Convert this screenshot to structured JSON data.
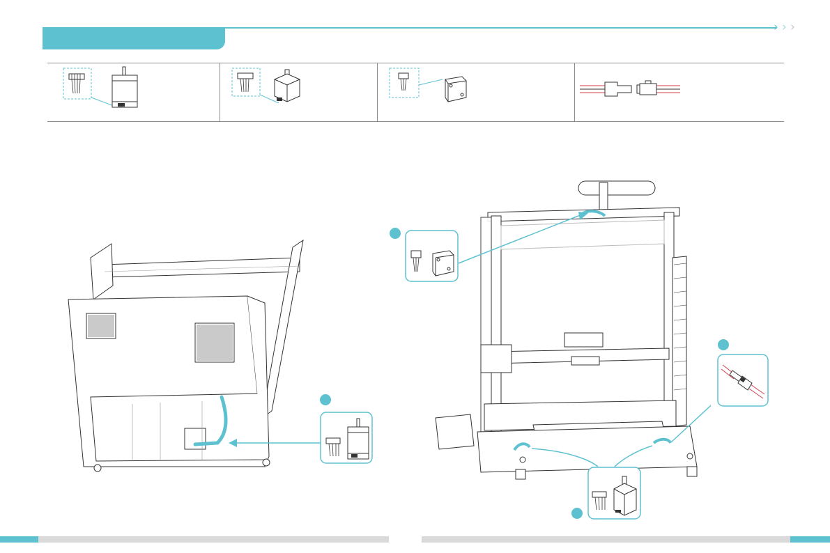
{
  "colors": {
    "accent": "#5ec1d0",
    "line": "#333333",
    "cable_red": "#d23c4a",
    "footer_gray": "#d9d9d9",
    "chevron_light": "#c4c4c4"
  },
  "header": {
    "chevron_icons": [
      "chevron-right-icon",
      "chevron-right-icon",
      "chevron-right-icon"
    ]
  },
  "parts_table": {
    "cells": [
      {
        "icon": "z-motor-connector-icon"
      },
      {
        "icon": "extruder-motor-connector-icon"
      },
      {
        "icon": "filament-sensor-connector-icon"
      },
      {
        "icon": "power-cable-connector-icon"
      }
    ]
  },
  "illustrations": {
    "left": {
      "icon": "printer-base-underside-illustration",
      "callout": "motor-connector-callout"
    },
    "right": {
      "icon": "printer-frame-front-illustration",
      "callouts": [
        "filament-sensor-callout",
        "power-connector-callout",
        "motor-connector-callout"
      ]
    }
  }
}
